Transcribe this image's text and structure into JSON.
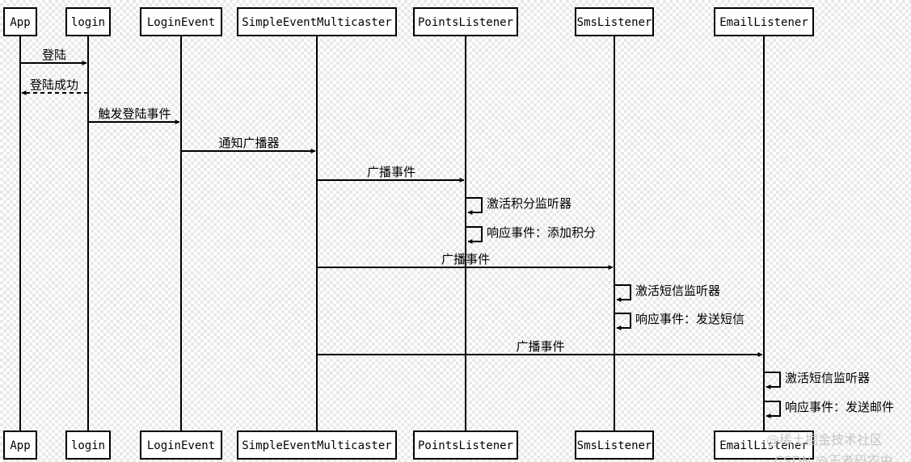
{
  "participants": [
    {
      "id": "app",
      "label": "App"
    },
    {
      "id": "login",
      "label": "login"
    },
    {
      "id": "loginevent",
      "label": "LoginEvent"
    },
    {
      "id": "multicaster",
      "label": "SimpleEventMulticaster"
    },
    {
      "id": "points",
      "label": "PointsListener"
    },
    {
      "id": "sms",
      "label": "SmsListener"
    },
    {
      "id": "email",
      "label": "EmailListener"
    }
  ],
  "messages": [
    {
      "from": "app",
      "to": "login",
      "label": "登陆",
      "style": "solid"
    },
    {
      "from": "login",
      "to": "app",
      "label": "登陆成功",
      "style": "dashed"
    },
    {
      "from": "login",
      "to": "loginevent",
      "label": "触发登陆事件",
      "style": "solid"
    },
    {
      "from": "loginevent",
      "to": "multicaster",
      "label": "通知广播器",
      "style": "solid"
    },
    {
      "from": "multicaster",
      "to": "points",
      "label": "广播事件",
      "style": "solid"
    },
    {
      "from": "points",
      "to": "points",
      "label": "激活积分监听器",
      "style": "self"
    },
    {
      "from": "points",
      "to": "points",
      "label": "响应事件：添加积分",
      "style": "self"
    },
    {
      "from": "multicaster",
      "to": "sms",
      "label": "广播事件",
      "style": "solid"
    },
    {
      "from": "sms",
      "to": "sms",
      "label": "激活短信监听器",
      "style": "self"
    },
    {
      "from": "sms",
      "to": "sms",
      "label": "响应事件：发送短信",
      "style": "self"
    },
    {
      "from": "multicaster",
      "to": "email",
      "label": "广播事件",
      "style": "solid"
    },
    {
      "from": "email",
      "to": "email",
      "label": "激活短信监听器",
      "style": "self"
    },
    {
      "from": "email",
      "to": "email",
      "label": "响应事件：发送邮件",
      "style": "self"
    }
  ],
  "watermark": {
    "line1": "@稀土掘金技术社区",
    "line2": "CSDN @王者码农由"
  }
}
